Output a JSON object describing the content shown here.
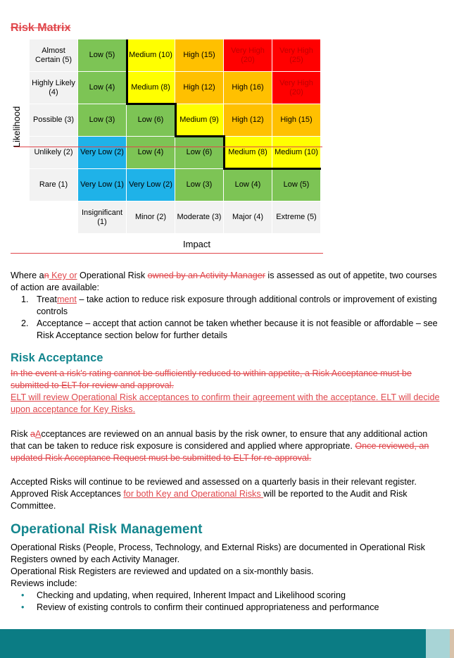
{
  "matrix": {
    "title": "Risk Matrix",
    "likelihood_label": "Likelihood",
    "impact_label": "Impact",
    "rows": [
      {
        "header": "Almost Certain (5)",
        "cells": [
          "Low (5)",
          "Medium (10)",
          "High (15)",
          "Very High (20)",
          "Very High (25)"
        ]
      },
      {
        "header": "Highly Likely (4)",
        "cells": [
          "Low (4)",
          "Medium (8)",
          "High (12)",
          "High (16)",
          "Very High (20)"
        ]
      },
      {
        "header": "Possible (3)",
        "cells": [
          "Low (3)",
          "Low (6)",
          "Medium (9)",
          "High (12)",
          "High (15)"
        ]
      },
      {
        "header": "Unlikely (2)",
        "cells": [
          "Very Low (2)",
          "Low (4)",
          "Low (6)",
          "Medium (8)",
          "Medium (10)"
        ]
      },
      {
        "header": "Rare (1)",
        "cells": [
          "Very Low (1)",
          "Very Low (2)",
          "Low (3)",
          "Low (4)",
          "Low (5)"
        ]
      }
    ],
    "impact_headers": [
      "Insignificant (1)",
      "Minor (2)",
      "Moderate (3)",
      "Major (4)",
      "Extreme (5)"
    ],
    "colors": {
      "very_low": "#1fb2e8",
      "low": "#7dc455",
      "medium": "#ffff00",
      "high": "#ffc000",
      "very_high": "#ff0000"
    }
  },
  "intro": {
    "p1_a": "Where a",
    "p1_b": "n",
    "p1_c": " Key or",
    "p1_d": " Operational Risk ",
    "p1_e": "owned by an Activity Manager",
    "p1_f": " is assessed as out of appetite, two courses of action are available:",
    "items": [
      {
        "num": "1.",
        "a": "Treat",
        "b": "ment",
        "c": " – take action to reduce risk exposure through additional controls or improvement of existing controls"
      },
      {
        "num": "2.",
        "a": "Acceptance – accept that action cannot be taken whether because it is not feasible or affordable – see Risk Acceptance section below for further details",
        "b": "",
        "c": ""
      }
    ]
  },
  "acceptance": {
    "heading": "Risk Acceptance",
    "struck": "In the event a risk's rating cannot be sufficiently reduced to within appetite, a Risk Acceptance must be submitted to ELT for review and approval.",
    "inserted": "ELT will review Operational Risk acceptances to confirm their agreement with the acceptance. ELT will decide upon acceptance for Key Risks.",
    "p2_a": "Risk ",
    "p2_b": "a",
    "p2_c": "A",
    "p2_d": "cceptances are reviewed on an annual basis by the risk owner, to ensure that any additional action that can be taken to reduce risk exposure is considered and applied where appropriate. ",
    "p2_e": "Once reviewed, an updated Risk Acceptance Request must be submitted to ELT for re-approval.",
    "p3_a": "Accepted Risks will continue to be reviewed and assessed on a quarterly basis in their relevant register. Approved Risk Acceptances ",
    "p3_b": "for both Key and Operational Risks ",
    "p3_c": "will be reported to the Audit and Risk Committee."
  },
  "operational": {
    "heading": "Operational Risk Management",
    "p1": "Operational Risks (People, Process, Technology, and External Risks) are documented in Operational Risk Registers owned by each Activity Manager.",
    "p2": "Operational Risk Registers are reviewed and updated on a six-monthly basis.",
    "p3": "Reviews include:",
    "bullets": [
      "Checking and updating, when required, Inherent Impact and Likelihood scoring",
      "Review of existing controls to confirm their continued appropriateness and performance"
    ],
    "bullet_color": "#13868e"
  }
}
